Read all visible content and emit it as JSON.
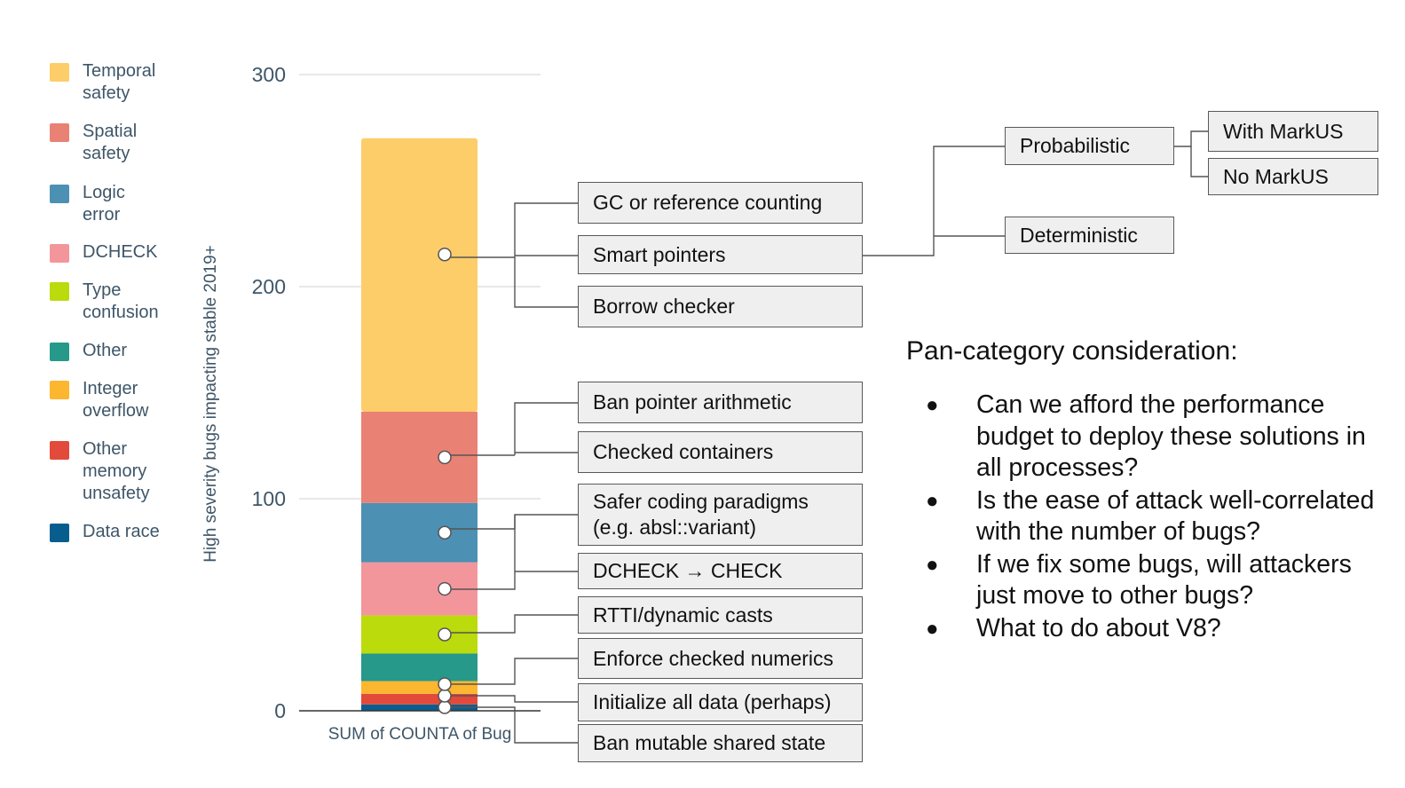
{
  "chart_data": {
    "type": "bar",
    "stacked": true,
    "categories": [
      "SUM of COUNTA of Bug"
    ],
    "ylabel": "High severity bugs impacting stable 2019+",
    "xlabel": "",
    "ylim": [
      0,
      300
    ],
    "yticks": [
      "0",
      "100",
      "200",
      "300"
    ],
    "grid": true,
    "legend_position": "left",
    "series": [
      {
        "name": "Data race",
        "color": "#075e8e",
        "values": [
          3
        ]
      },
      {
        "name": "Other memory unsafety",
        "color": "#e24a3b",
        "values": [
          5
        ]
      },
      {
        "name": "Integer overflow",
        "color": "#fdb62f",
        "values": [
          6
        ]
      },
      {
        "name": "Other",
        "color": "#26998a",
        "values": [
          13
        ]
      },
      {
        "name": "Type confusion",
        "color": "#bbdb0d",
        "values": [
          18
        ]
      },
      {
        "name": "DCHECK",
        "color": "#f3969c",
        "values": [
          25
        ]
      },
      {
        "name": "Logic error",
        "color": "#4c90b4",
        "values": [
          28
        ]
      },
      {
        "name": "Spatial safety",
        "color": "#ea8175",
        "values": [
          43
        ]
      },
      {
        "name": "Temporal safety",
        "color": "#fdcd6a",
        "values": [
          129
        ]
      }
    ]
  },
  "legend": [
    {
      "label": "Temporal\nsafety",
      "color": "#fdcd6a"
    },
    {
      "label": "Spatial\nsafety",
      "color": "#ea8175"
    },
    {
      "label": "Logic\nerror",
      "color": "#4c90b4"
    },
    {
      "label": "DCHECK",
      "color": "#f3969c"
    },
    {
      "label": "Type\nconfusion",
      "color": "#bbdb0d"
    },
    {
      "label": "Other",
      "color": "#26998a"
    },
    {
      "label": "Integer\noverflow",
      "color": "#fdb62f"
    },
    {
      "label": "Other\nmemory\nunsafety",
      "color": "#e24a3b"
    },
    {
      "label": "Data race",
      "color": "#075e8e"
    }
  ],
  "mitigations": {
    "gc_refcount": "GC or reference counting",
    "smart_pointers": "Smart pointers",
    "borrow_checker": "Borrow checker",
    "ban_pointer_arithmetic": "Ban pointer arithmetic",
    "checked_containers": "Checked containers",
    "safer_paradigms": "Safer coding paradigms\n(e.g. absl::variant)",
    "dcheck_check": "DCHECK → CHECK",
    "rtti": "RTTI/dynamic casts",
    "checked_numerics": "Enforce checked numerics",
    "init_data": "Initialize all data (perhaps)",
    "ban_mutable": "Ban mutable shared state",
    "probabilistic": "Probabilistic",
    "deterministic": "Deterministic",
    "with_markus": "With MarkUS",
    "no_markus": "No MarkUS"
  },
  "notes": {
    "title": "Pan-category consideration:",
    "bullets": [
      "Can we afford the performance budget to deploy these solutions in all processes?",
      "Is the ease of attack well-correlated with the number of bugs?",
      "If we fix some bugs, will attackers just move to other bugs?",
      "What to do about V8?"
    ]
  }
}
